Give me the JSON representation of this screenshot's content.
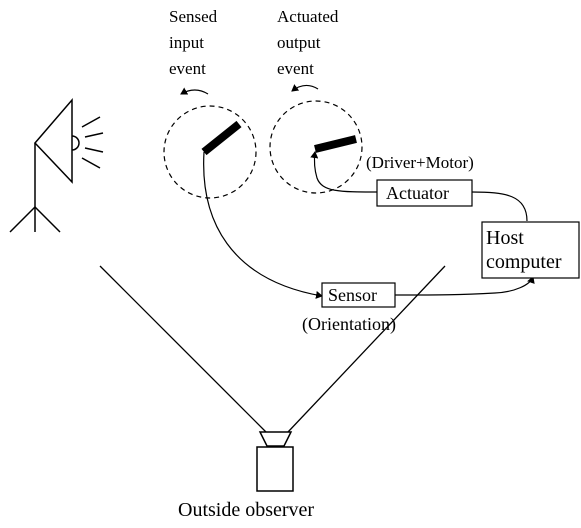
{
  "labels": {
    "sensed_line1": "Sensed",
    "sensed_line2": "input",
    "sensed_line3": "event",
    "actuated_line1": "Actuated",
    "actuated_line2": "output",
    "actuated_line3": "event",
    "driver_motor": "(Driver+Motor)",
    "actuator": "Actuator",
    "host_line1": "Host",
    "host_line2": "computer",
    "sensor": "Sensor",
    "orientation": "(Orientation)",
    "observer": "Outside observer"
  }
}
